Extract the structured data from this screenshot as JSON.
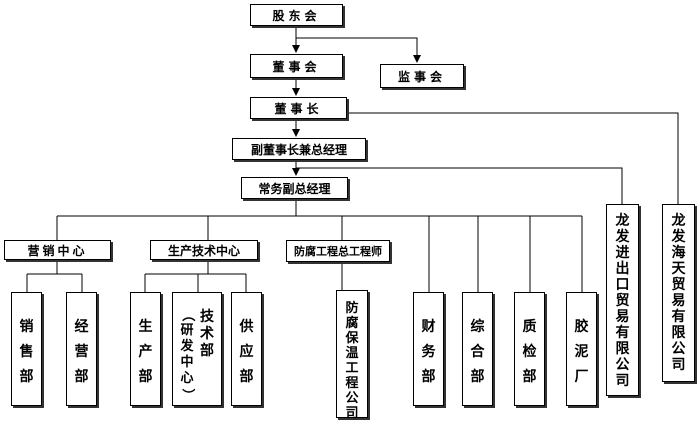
{
  "org": {
    "shareholders": "股东会",
    "board": "董事会",
    "supervisors": "监事会",
    "chairman": "董事长",
    "vice_chairman": "副董事长兼总经理",
    "exec_vp": "常务副总经理",
    "marketing_center": "营销中心",
    "tech_center": "生产技术中心",
    "anticorrosion_chief": "防腐工程总工程师",
    "sales": "销售部",
    "operations": "经营部",
    "production": "生产部",
    "tech_dept": "技术部",
    "rnd_center": "（研发中心）",
    "supply": "供应部",
    "anticorrosion_company": "防腐保温工程公司",
    "finance": "财务部",
    "general": "综合部",
    "quality": "质检部",
    "rubber_mud": "胶泥厂",
    "import_export": "龙发进出口贸易有限公司",
    "haitian": "龙发海天贸易有限公司"
  }
}
